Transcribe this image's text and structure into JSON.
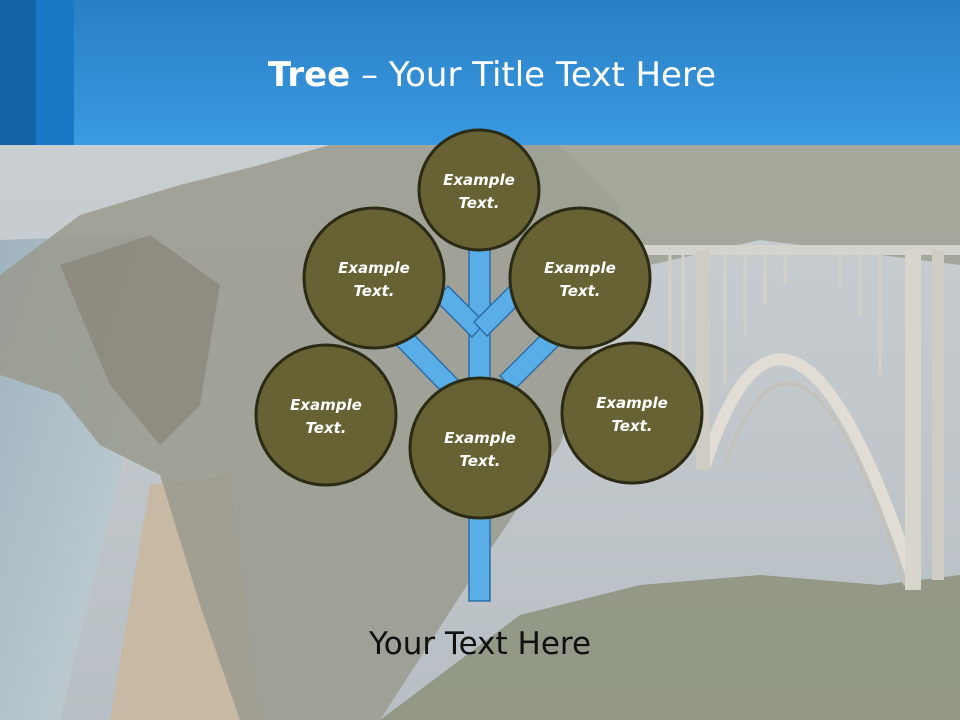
{
  "header": {
    "title_bold": "Tree",
    "title_rest": " – Your Title Text Here"
  },
  "diagram": {
    "nodes": [
      {
        "line1": "Example",
        "line2": "Text."
      },
      {
        "line1": "Example",
        "line2": "Text."
      },
      {
        "line1": "Example",
        "line2": "Text."
      },
      {
        "line1": "Example",
        "line2": "Text."
      },
      {
        "line1": "Example",
        "line2": "Text."
      },
      {
        "line1": "Example",
        "line2": "Text."
      }
    ],
    "caption": "Your Text Here"
  },
  "colors": {
    "header": "#3a9ae2",
    "node_fill": "#666233",
    "node_stroke": "#2b2a14",
    "trunk": "#5aaee8"
  }
}
